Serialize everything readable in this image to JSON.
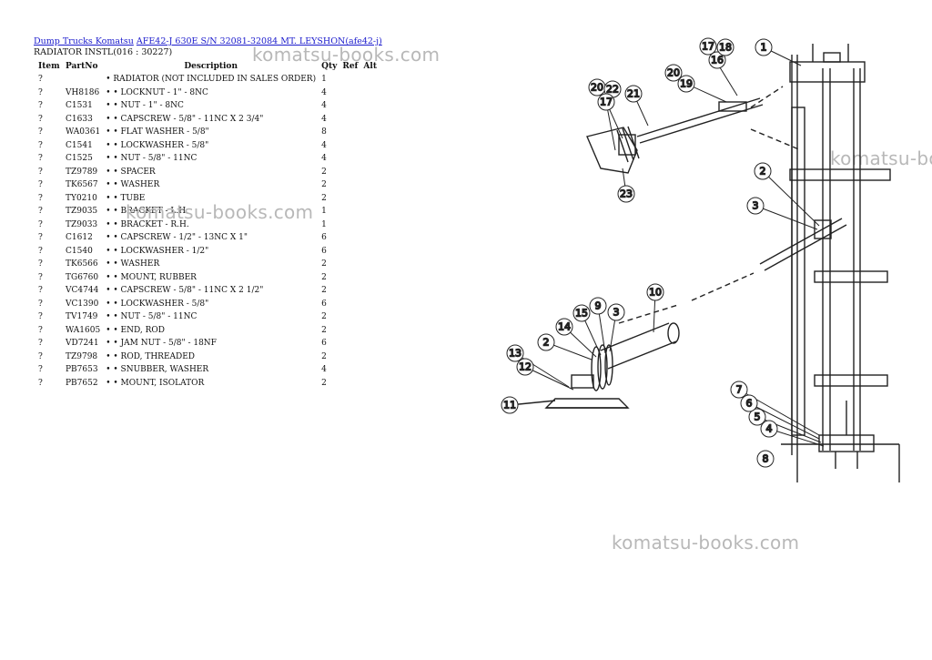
{
  "breadcrumb": {
    "link1": "Dump Trucks Komatsu",
    "link2": "AFE42-J 630E S/N 32081-32084 MT. LEYSHON(afe42-j)"
  },
  "subtitle": "RADIATOR INSTL(016 : 30227)",
  "table": {
    "headers": {
      "item": "Item",
      "partno": "PartNo",
      "description": "Description",
      "qty": "Qty",
      "ref": "Ref",
      "alt": "Alt"
    },
    "rows": [
      {
        "item": "?",
        "partno": "",
        "description": "• RADIATOR (NOT INCLUDED IN SALES ORDER)",
        "qty": "1"
      },
      {
        "item": "?",
        "partno": "VH8186",
        "description": "• • LOCKNUT - 1\" - 8NC",
        "qty": "4"
      },
      {
        "item": "?",
        "partno": "C1531",
        "description": "• • NUT - 1\" - 8NC",
        "qty": "4"
      },
      {
        "item": "?",
        "partno": "C1633",
        "description": "• • CAPSCREW - 5/8\" - 11NC X 2 3/4\"",
        "qty": "4"
      },
      {
        "item": "?",
        "partno": "WA0361",
        "description": "• • FLAT WASHER - 5/8\"",
        "qty": "8"
      },
      {
        "item": "?",
        "partno": "C1541",
        "description": "• • LOCKWASHER - 5/8\"",
        "qty": "4"
      },
      {
        "item": "?",
        "partno": "C1525",
        "description": "• • NUT - 5/8\" - 11NC",
        "qty": "4"
      },
      {
        "item": "?",
        "partno": "TZ9789",
        "description": "• • SPACER",
        "qty": "2"
      },
      {
        "item": "?",
        "partno": "TK6567",
        "description": "• • WASHER",
        "qty": "2"
      },
      {
        "item": "?",
        "partno": "TY0210",
        "description": "• • TUBE",
        "qty": "2"
      },
      {
        "item": "?",
        "partno": "TZ9035",
        "description": "• • BRACKET - L.H.",
        "qty": "1"
      },
      {
        "item": "?",
        "partno": "TZ9033",
        "description": "• • BRACKET - R.H.",
        "qty": "1"
      },
      {
        "item": "?",
        "partno": "C1612",
        "description": "• • CAPSCREW - 1/2\" - 13NC X 1\"",
        "qty": "6"
      },
      {
        "item": "?",
        "partno": "C1540",
        "description": "• • LOCKWASHER - 1/2\"",
        "qty": "6"
      },
      {
        "item": "?",
        "partno": "TK6566",
        "description": "• • WASHER",
        "qty": "2"
      },
      {
        "item": "?",
        "partno": "TG6760",
        "description": "• • MOUNT, RUBBER",
        "qty": "2"
      },
      {
        "item": "?",
        "partno": "VC4744",
        "description": "• • CAPSCREW - 5/8\" - 11NC X 2 1/2\"",
        "qty": "2"
      },
      {
        "item": "?",
        "partno": "VC1390",
        "description": "• • LOCKWASHER - 5/8\"",
        "qty": "6"
      },
      {
        "item": "?",
        "partno": "TV1749",
        "description": "• • NUT - 5/8\" - 11NC",
        "qty": "2"
      },
      {
        "item": "?",
        "partno": "WA1605",
        "description": "• • END, ROD",
        "qty": "2"
      },
      {
        "item": "?",
        "partno": "VD7241",
        "description": "• • JAM NUT - 5/8\" - 18NF",
        "qty": "6"
      },
      {
        "item": "?",
        "partno": "TZ9798",
        "description": "• • ROD, THREADED",
        "qty": "2"
      },
      {
        "item": "?",
        "partno": "PB7653",
        "description": "• • SNUBBER, WASHER",
        "qty": "4"
      },
      {
        "item": "?",
        "partno": "PB7652",
        "description": "• • MOUNT, ISOLATOR",
        "qty": "2"
      }
    ]
  },
  "watermark": "komatsu-books.com",
  "diagram": {
    "callouts": [
      "1",
      "2",
      "3",
      "4",
      "5",
      "6",
      "7",
      "8",
      "9",
      "10",
      "11",
      "12",
      "13",
      "14",
      "15",
      "16",
      "17",
      "18",
      "19",
      "20",
      "21",
      "22",
      "23"
    ],
    "callout_color": "#1a1aaa"
  }
}
